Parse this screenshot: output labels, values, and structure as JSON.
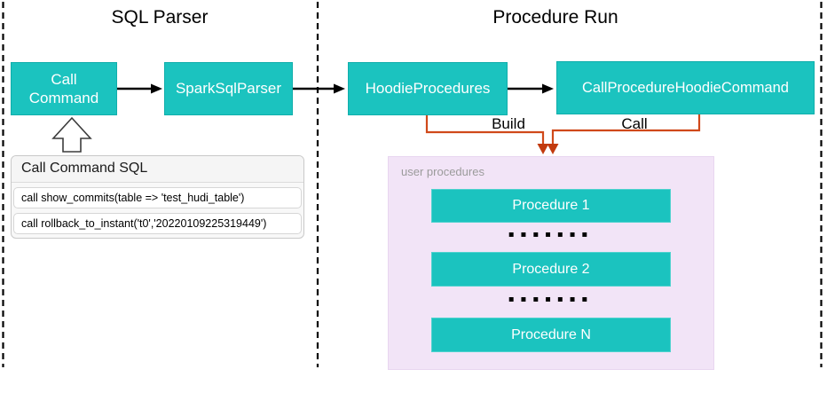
{
  "colors": {
    "node_teal": "#1BC3BF",
    "connector_orange": "#D0491A",
    "user_procedures_bg": "#F2E4F7",
    "flow_arrow_black": "#000000"
  },
  "sql_parser": {
    "title": "SQL Parser",
    "call_command": "Call Command",
    "spark_sql_parser": "SparkSqlParser",
    "sql_panel": {
      "title": "Call Command SQL",
      "rows": [
        "call show_commits(table => 'test_hudi_table')",
        "call rollback_to_instant('t0','20220109225319449')"
      ]
    }
  },
  "procedure_run": {
    "title": "Procedure Run",
    "hoodie_procedures": "HoodieProcedures",
    "call_procedure_hoodie_command": "CallProcedureHoodieCommand",
    "build_label": "Build",
    "call_label": "Call",
    "user_procedures": {
      "label": "user procedures",
      "items": [
        "Procedure 1",
        "Procedure 2",
        "Procedure N"
      ],
      "separator": "▪▪▪▪▪▪▪"
    }
  }
}
